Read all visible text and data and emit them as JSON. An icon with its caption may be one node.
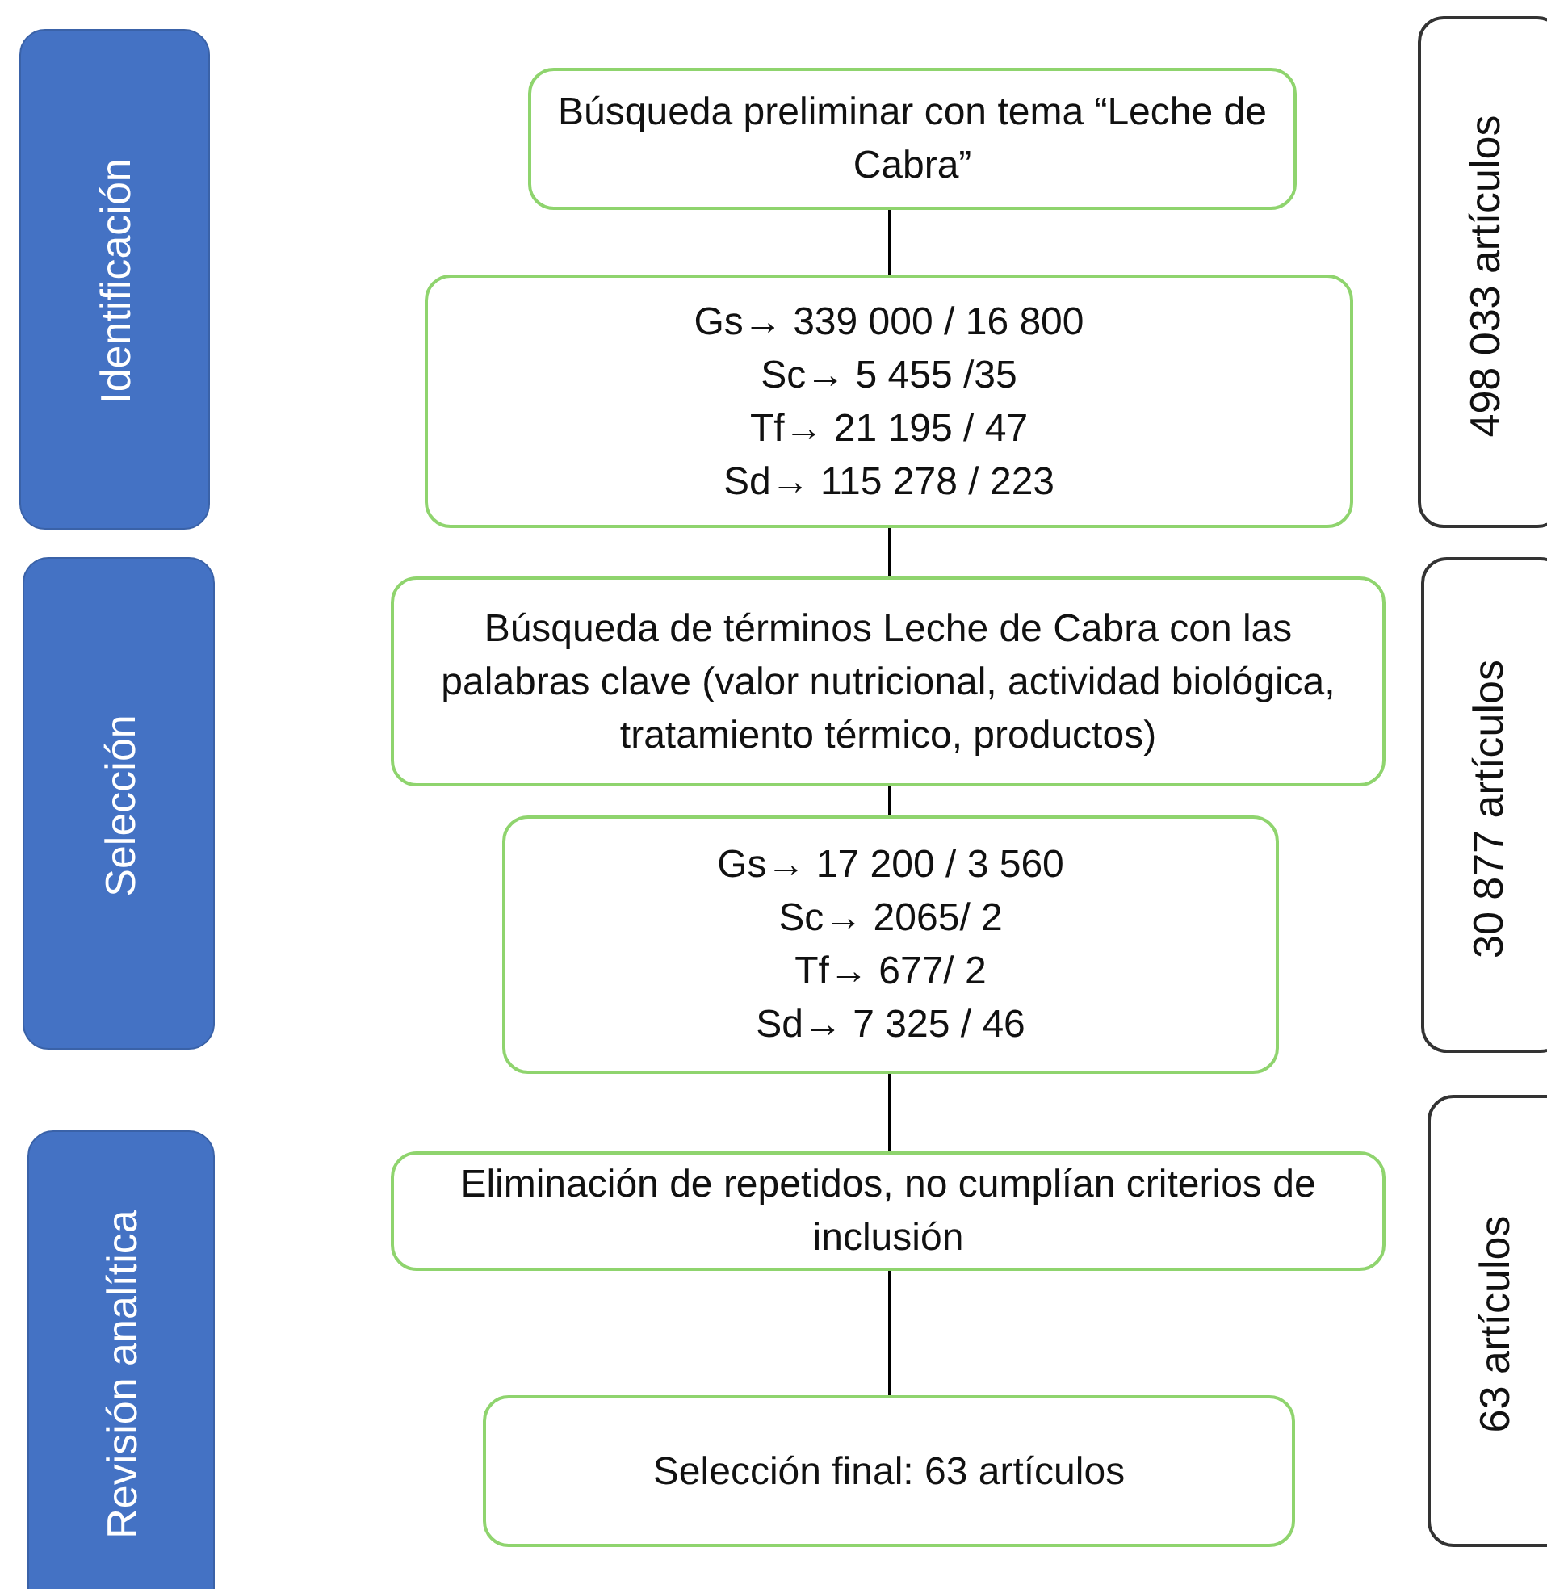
{
  "diagram": {
    "nodes": [
      {
        "text": [
          "Identificación"
        ]
      },
      {
        "text": [
          "Búsqueda preliminar con tema “Leche de Cabra”"
        ]
      },
      {
        "text": [
          "Gs→ 339 000 / 16 800",
          "Sc→ 5 455 /35",
          "Tf→ 21 195 / 47",
          "Sd→ 115 278 / 223"
        ]
      },
      {
        "text": [
          "498 033 artículos"
        ]
      },
      {
        "text": [
          "Selección"
        ]
      },
      {
        "text": [
          "Búsqueda de términos Leche de Cabra con las palabras clave (valor nutricional, actividad biológica, tratamiento térmico, productos)"
        ]
      },
      {
        "text": [
          "Gs→ 17 200 / 3 560",
          "Sc→ 2065/ 2",
          "Tf→ 677/ 2",
          "Sd→ 7 325 / 46"
        ]
      },
      {
        "text": [
          "30 877 artículos"
        ]
      },
      {
        "text": [
          "Revisión analítica"
        ]
      },
      {
        "text": [
          "Eliminación de repetidos, no cumplían criterios de inclusión"
        ]
      },
      {
        "text": [
          "Selección final: 63 artículos"
        ]
      },
      {
        "text": [
          "63 artículos"
        ]
      }
    ],
    "edges": [
      {
        "from": 1,
        "to": 2,
        "arrow": "none"
      },
      {
        "from": 2,
        "to": 5,
        "arrow": "none"
      },
      {
        "from": 5,
        "to": 6,
        "arrow": "none"
      },
      {
        "from": 6,
        "to": 9,
        "arrow": "none"
      },
      {
        "from": 9,
        "to": 10,
        "arrow": "none"
      }
    ]
  }
}
